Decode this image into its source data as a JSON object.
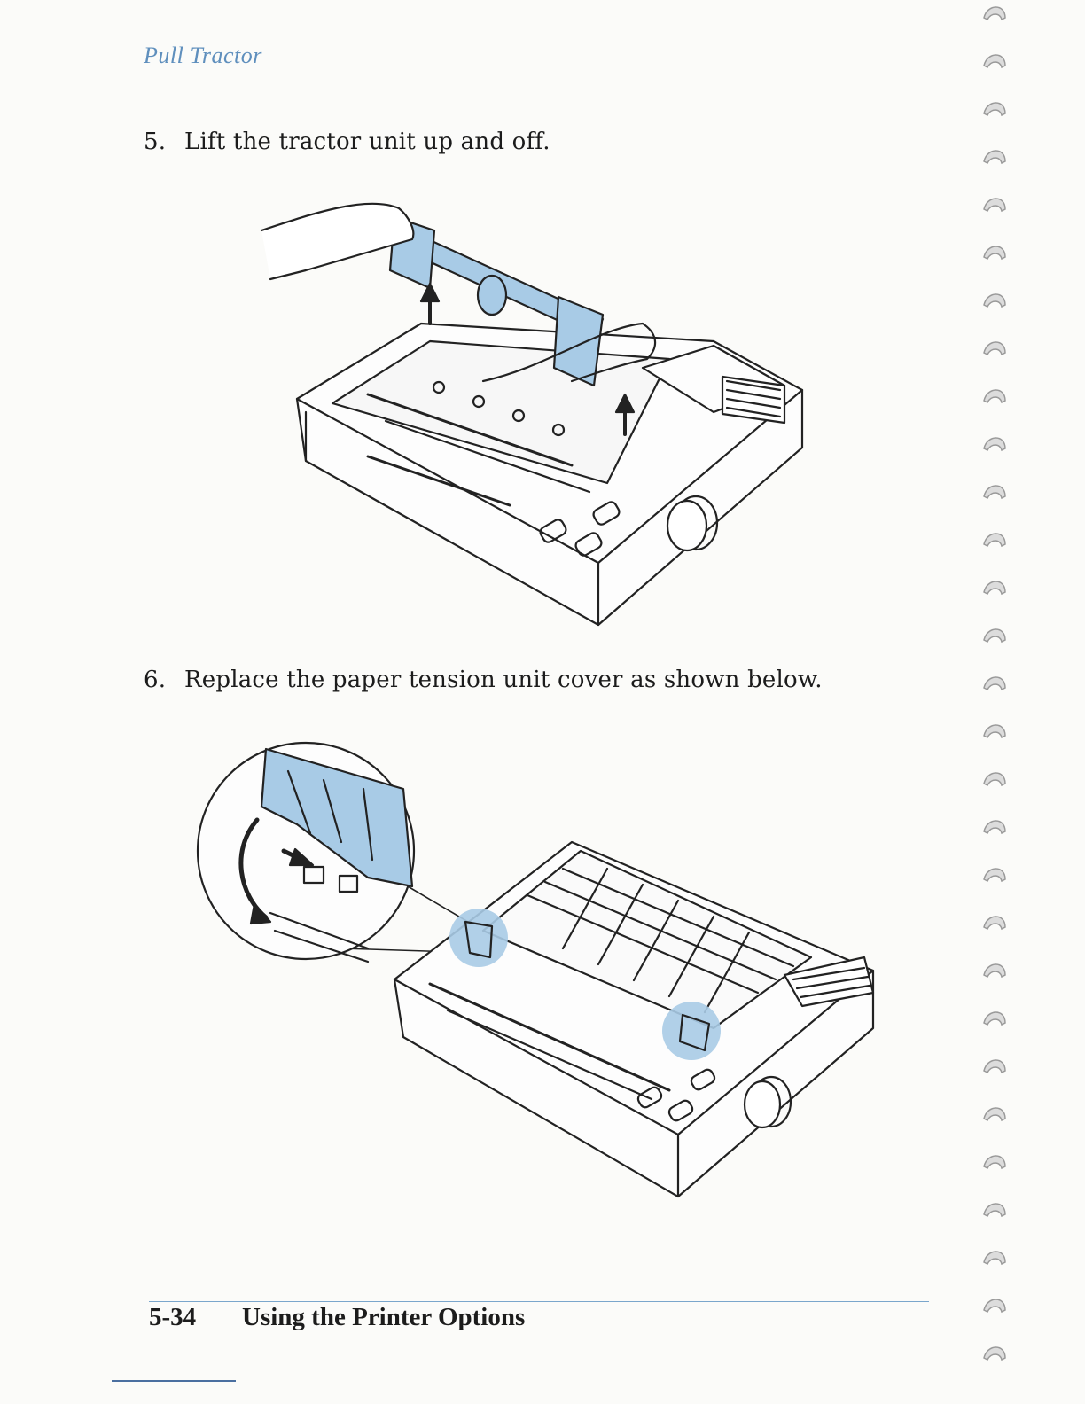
{
  "header": {
    "section_title": "Pull Tractor"
  },
  "steps": [
    {
      "number": "5.",
      "text": "Lift the tractor unit up and off."
    },
    {
      "number": "6.",
      "text": "Replace the paper tension unit cover as shown below."
    }
  ],
  "footer": {
    "page_number": "5-34",
    "chapter_title": "Using the Printer Options"
  },
  "colors": {
    "highlight": "#a8cbe6",
    "rule": "#7aa6cc",
    "header_text": "#5f8fbd"
  }
}
